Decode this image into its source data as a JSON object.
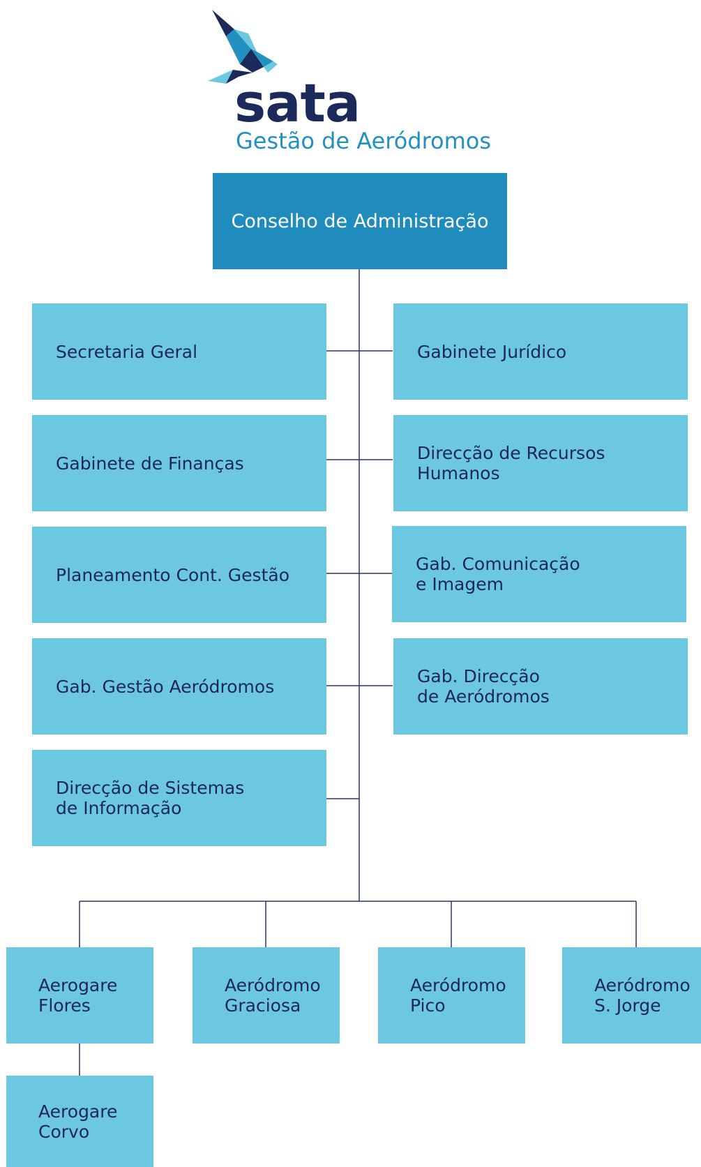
{
  "header": {
    "brand": "sata",
    "subtitle": "Gestão de Aeródromos"
  },
  "orgchart": {
    "root": "Conselho de Administração",
    "left": [
      "Secretaria Geral",
      "Gabinete de Finanças",
      "Planeamento Cont. Gestão",
      "Gab. Gestão Aeródromos",
      "Direcção de Sistemas\nde Informação"
    ],
    "right": [
      "Gabinete Jurídico",
      "Direcção de Recursos\nHumanos",
      "Gab. Comunicação\ne Imagem",
      "Gab. Direcção\nde Aeródromos"
    ],
    "bottom": [
      "Aerogare\nFlores",
      "Aeródromo\nGraciosa",
      "Aeródromo\nPico",
      "Aeródromo\nS. Jorge"
    ],
    "sub": "Aerogare\nCorvo"
  },
  "colors": {
    "primary": "#208bbd",
    "box": "#6bc8e0",
    "text": "#1c2757",
    "lines": "#2a3568"
  }
}
